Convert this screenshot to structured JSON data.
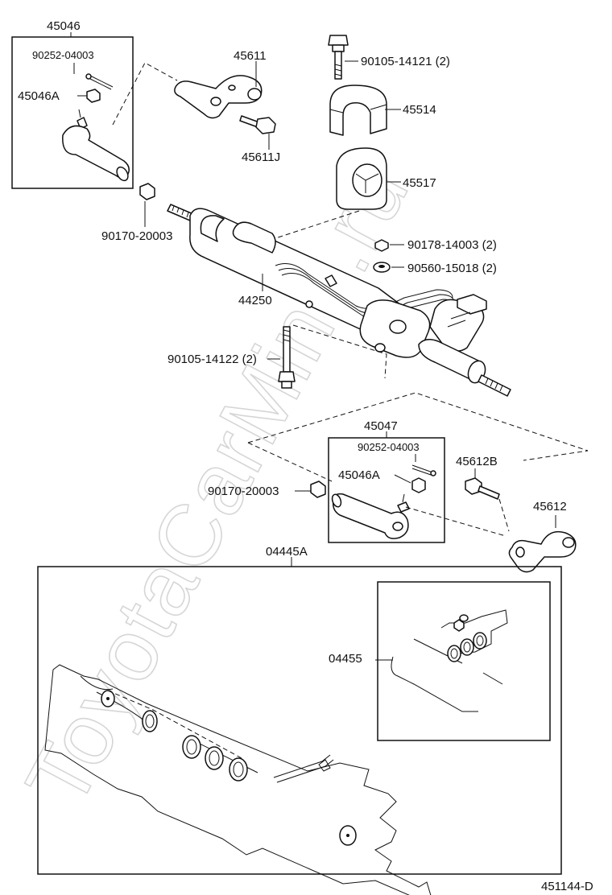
{
  "watermark": "ToyotaCarMine.ru",
  "diagram_code": "451144-D",
  "labels": {
    "p45046": "45046",
    "p90252_top": "90252-04003",
    "p45046A_top": "45046A",
    "p45611": "45611",
    "p45611J": "45611J",
    "p90105_14121": "90105-14121 (2)",
    "p45514": "45514",
    "p45517": "45517",
    "p90170_top": "90170-20003",
    "p90178": "90178-14003 (2)",
    "p90560": "90560-15018 (2)",
    "p44250": "44250",
    "p90105_14122": "90105-14122 (2)",
    "p45047": "45047",
    "p90252_bot": "90252-04003",
    "p45046A_bot": "45046A",
    "p90170_bot": "90170-20003",
    "p45612B": "45612B",
    "p45612": "45612",
    "p04445A": "04445A",
    "p04455": "04455"
  }
}
